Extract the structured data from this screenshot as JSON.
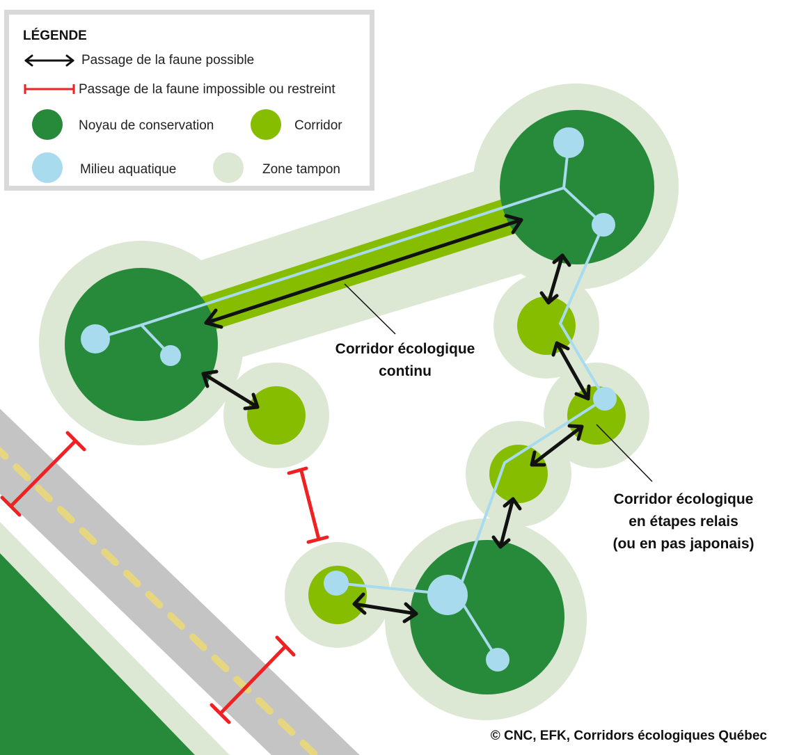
{
  "legend": {
    "title": "LÉGENDE",
    "items": {
      "possible": "Passage de la faune possible",
      "restricted": "Passage de la faune impossible ou restreint",
      "core": "Noyau de conservation",
      "corridor": "Corridor",
      "aquatic": "Milieu aquatique",
      "buffer": "Zone tampon"
    }
  },
  "labels": {
    "continuous": [
      "Corridor écologique",
      "continu"
    ],
    "stepping": [
      "Corridor écologique",
      "en étapes relais",
      "(ou en pas japonais)"
    ]
  },
  "copyright": "© CNC, EFK, Corridors écologiques Québec",
  "colors": {
    "core": "#268a3a",
    "corridor": "#87bd00",
    "aquatic": "#a8dbee",
    "buffer": "#dde8d4",
    "road": "#c4c4c4",
    "road_marking": "#e6d680",
    "possible_arrow": "#111111",
    "restricted_marker": "#ee2222"
  }
}
